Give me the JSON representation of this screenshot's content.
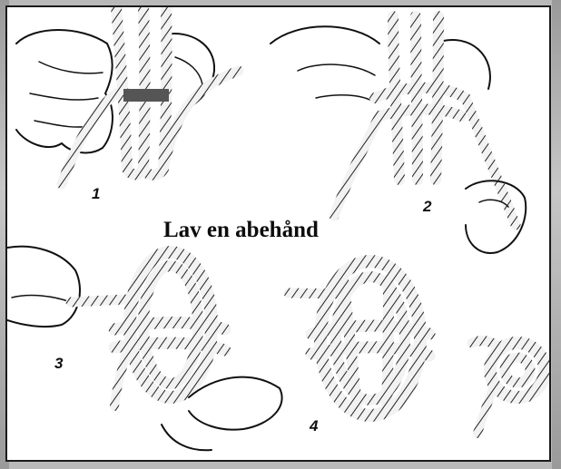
{
  "title": "Lav en abehånd",
  "steps": [
    "1",
    "2",
    "3",
    "4"
  ]
}
